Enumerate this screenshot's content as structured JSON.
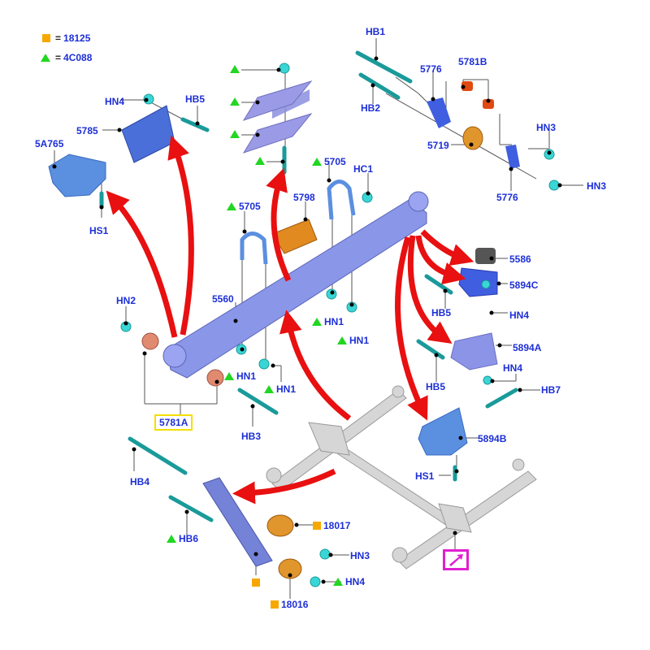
{
  "diagram": {
    "title": "Rear Suspension Exploded View",
    "legend": [
      {
        "symbol": "square",
        "color": "#f7a800",
        "equals": "=",
        "code": "18125"
      },
      {
        "symbol": "triangle",
        "color": "#22d622",
        "equals": "=",
        "code": "4C088"
      }
    ],
    "colors": {
      "label_text": "#1d2fd6",
      "arrow": "#e81010",
      "fastener": "#3ad6d6",
      "bracket_blue": "#4a7fd8",
      "spring": "#8a96e8",
      "bushing_orange": "#e08a20",
      "axle_gray": "#c8c8c8",
      "highlight_yellow": "#f2e000",
      "highlight_magenta": "#e020d0"
    },
    "labels": {
      "hb1": "HB1",
      "hb2": "HB2",
      "l5776a": "5776",
      "l5781b": "5781B",
      "l5719": "5719",
      "hn3a": "HN3",
      "hn3b": "HN3",
      "l5776b": "5776",
      "hn4a": "HN4",
      "hb5a": "HB5",
      "l5785": "5785",
      "l5a765": "5A765",
      "hs1a": "HS1",
      "l5705a": "5705",
      "l5705b": "5705",
      "hc1": "HC1",
      "l5798": "5798",
      "l5586": "5586",
      "l5894c": "5894C",
      "hb5b": "HB5",
      "hn4b": "HN4",
      "l5894a": "5894A",
      "hb5c": "HB5",
      "hn4c": "HN4",
      "hb7": "HB7",
      "l5894b": "5894B",
      "hs1b": "HS1",
      "hn2": "HN2",
      "l5560": "5560",
      "hn1a": "HN1",
      "hn1b": "HN1",
      "hn1c": "HN1",
      "hn1d": "HN1",
      "l5781a": "5781A",
      "hb3": "HB3",
      "hb4": "HB4",
      "hb6": "HB6",
      "l18017": "18017",
      "hn3c": "HN3",
      "hn4d": "HN4",
      "l18016": "18016"
    }
  }
}
